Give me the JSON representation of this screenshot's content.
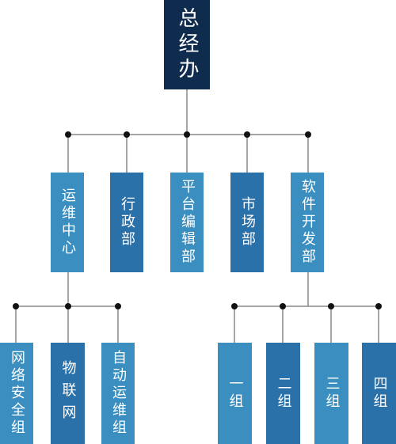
{
  "colors": {
    "dark": "#0f2c4f",
    "mid": "#2a70a9",
    "light": "#3a8fc0",
    "line": "#888888",
    "dot": "#111111"
  },
  "root": {
    "label": "总经办"
  },
  "departments": [
    {
      "label": "运维中心"
    },
    {
      "label": "行政部"
    },
    {
      "label": "平台编辑部"
    },
    {
      "label": "市场部"
    },
    {
      "label": "软件开发部"
    }
  ],
  "ops_teams": [
    {
      "label": "网络安全组"
    },
    {
      "label": "物联网"
    },
    {
      "label": "自动运维组"
    }
  ],
  "dev_teams": [
    {
      "label": "一组"
    },
    {
      "label": "二组"
    },
    {
      "label": "三组"
    },
    {
      "label": "四组"
    }
  ]
}
